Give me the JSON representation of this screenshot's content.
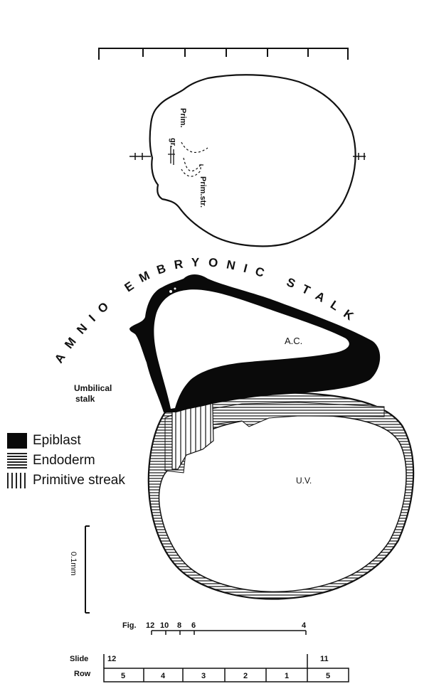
{
  "top_view": {
    "label_prim_gr_1": "Prim.",
    "label_prim_gr_2": "gr.",
    "label_prim_str": "Prim.str."
  },
  "arc_text": {
    "amnio": "AMNIO",
    "embryonic": "EMBRYONIC",
    "stalk": "STALK"
  },
  "section_view": {
    "label_ac": "A.C.",
    "label_uv": "U.V.",
    "umbilical_1": "Umbilical",
    "umbilical_2": "stalk"
  },
  "legend": [
    {
      "label": "Epiblast",
      "pattern": "solid-black"
    },
    {
      "label": "Endoderm",
      "pattern": "horizontal-lines"
    },
    {
      "label": "Primitive streak",
      "pattern": "vertical-lines"
    }
  ],
  "scale_bar": {
    "label": "0.1mm"
  },
  "fig_ruler": {
    "prefix": "Fig.",
    "ticks": [
      "12",
      "10",
      "8",
      "6",
      "4"
    ]
  },
  "slide_table": {
    "slide_label": "Slide",
    "row_label": "Row",
    "slide_values": [
      "12",
      "11"
    ],
    "row_values": [
      "5",
      "4",
      "3",
      "2",
      "1",
      "5"
    ]
  },
  "colors": {
    "ink": "#111111",
    "background": "#ffffff"
  }
}
